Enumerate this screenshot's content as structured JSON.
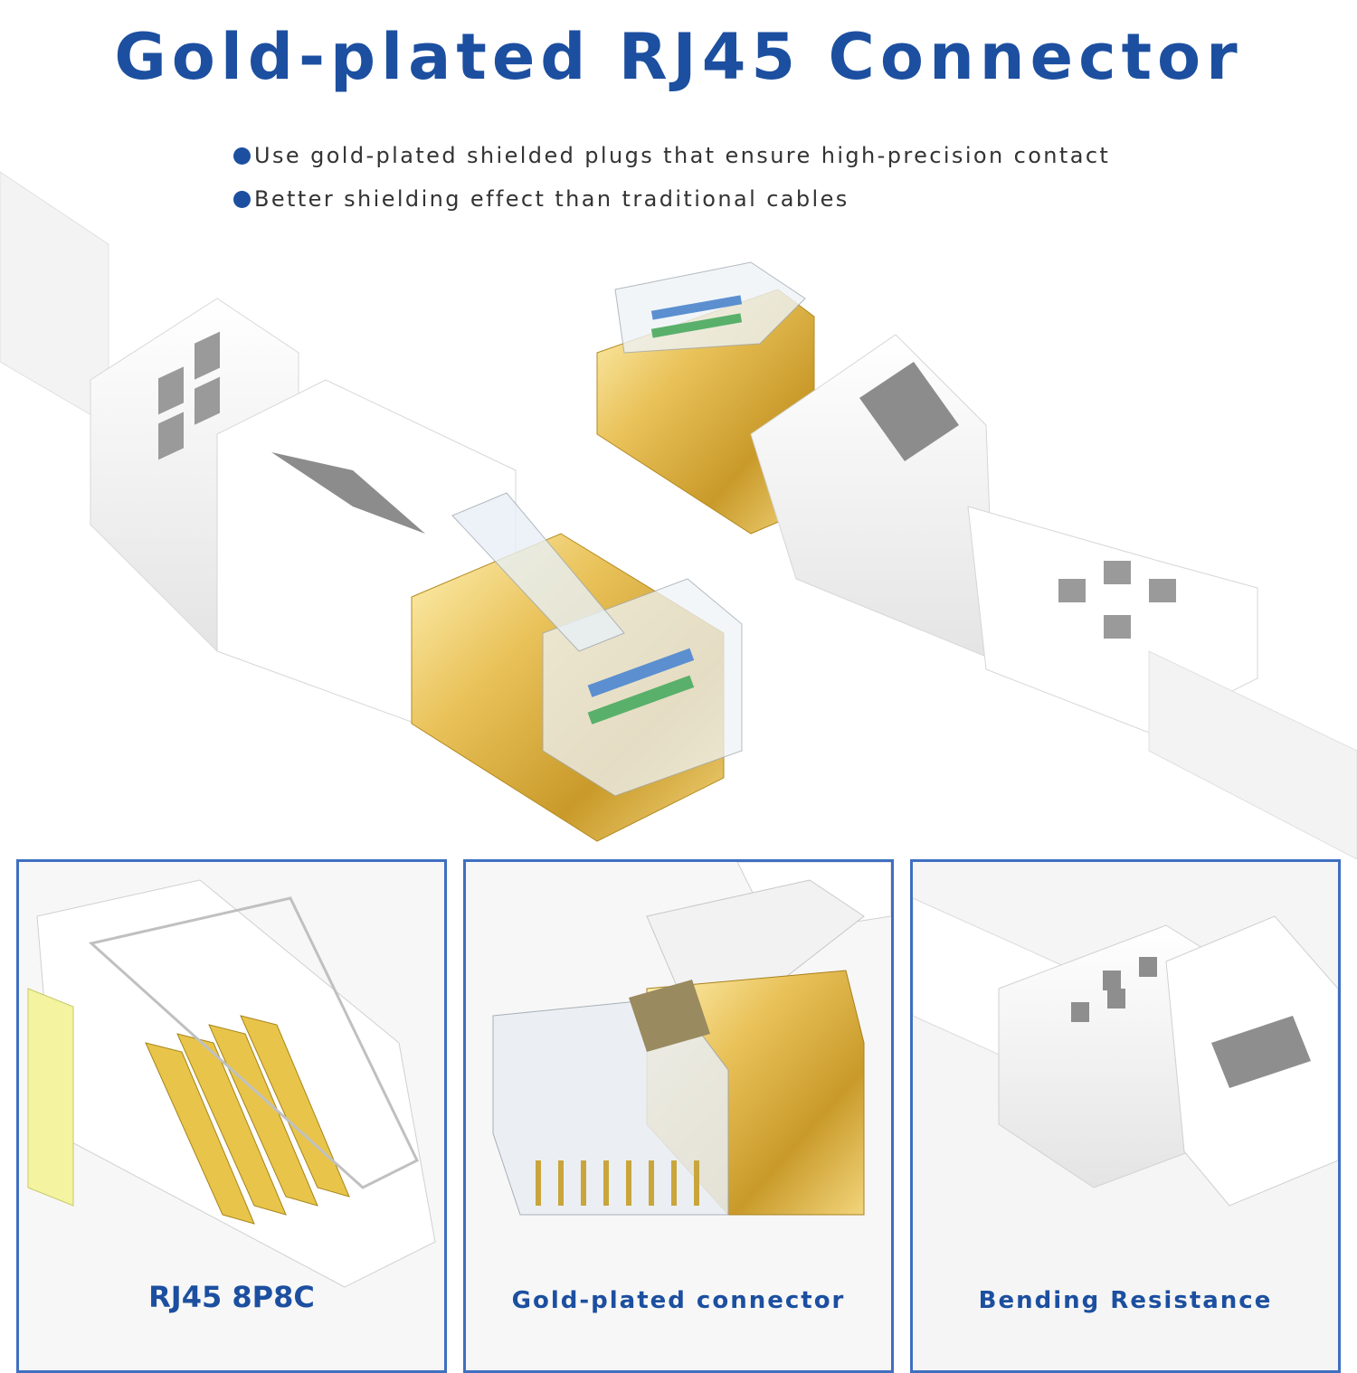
{
  "header": {
    "title": "Gold-plated RJ45 Connector",
    "bullets": [
      "Use gold-plated shielded plugs that ensure high-precision contact",
      "Better shielding effect than traditional cables"
    ]
  },
  "panels": [
    {
      "caption": "RJ45 8P8C"
    },
    {
      "caption": "Gold-plated connector"
    },
    {
      "caption": "Bending Resistance"
    }
  ],
  "colors": {
    "accent": "#1c4fa0",
    "gold": "#e6b53a",
    "panel_border": "#3f6fc0"
  }
}
